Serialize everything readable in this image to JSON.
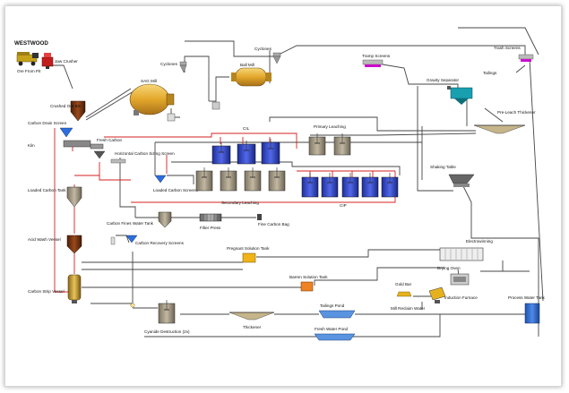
{
  "title": "WESTWOOD",
  "labels": {
    "ore_from_pit": "Ore From Pit",
    "jaw_crusher": "Jaw Crusher",
    "crushed_ore_bin": "Crushed Ore Bin",
    "sag_mill": "SAG Mill",
    "cyclones_1": "Cyclones",
    "ball_mill": "Ball Mill",
    "cyclones_2": "Cyclones",
    "trash_screens": "Trash Screens",
    "tailings": "Tailings",
    "tramp_screens": "Tramp Screens",
    "gravity_separator": "Gravity Separator",
    "pre_leach_thickener": "Pre-Leach Thickener",
    "carbon_drain_screen": "Carbon Drain Screen",
    "kiln": "Kiln",
    "fresh_carbon": "Fresh Carbon",
    "horizontal_carbon_sizing_screen": "Horizontal Carbon Sizing Screen",
    "cil": "CIL",
    "primary_leaching": "Primary Leaching",
    "shaking_table": "Shaking Table",
    "loaded_carbon_screens": "Loaded Carbon Screens",
    "secondary_leaching": "Secondary Leaching",
    "cip": "CIP",
    "loaded_carbon_tank": "Loaded Carbon Tank",
    "carbon_fines": "Carbon Fines",
    "water_tank": "Water Tank",
    "filter_press": "Filter Press",
    "fine_carbon_bag": "Fine Carbon Bag",
    "acid_wash_vessel": "Acid Wash Vessel",
    "carbon_recovery_screens": "Carbon Recovery Screens",
    "pregnant_solution_tank": "Pregnant Solution Tank",
    "electrowinning": "Electrowinning",
    "drying_oven": "Drying Oven",
    "barren_solution_tank": "Barren Solution Tank",
    "gold_bar": "Gold Bar",
    "induction_furnace": "Induction Furnace",
    "carbon_strip_vessel": "Carbon Strip Vessel",
    "mill_reclaim_water": "Mill Reclaim Water",
    "process_water_tank": "Process Water Tank",
    "tailings_pond": "Tailings Pond",
    "cyanide_destruction": "Cyanide Destruction (2x)",
    "thickener": "Thickener",
    "fresh_water_pond": "Fresh Water Pond"
  },
  "colors": {
    "tank_gray": "#a49a86",
    "tank_blue": "#2f45c8",
    "mill_gold": "#e9b43a",
    "vessel_brown": "#7a3a12",
    "vessel_gold": "#caa23a",
    "pregnant_tank": "#f2b318",
    "barren_tank": "#ef8222",
    "process_water": "#2f6fcf",
    "pond_blue": "#5a93e0",
    "line_red": "#d62020",
    "line_dark": "#444444"
  }
}
